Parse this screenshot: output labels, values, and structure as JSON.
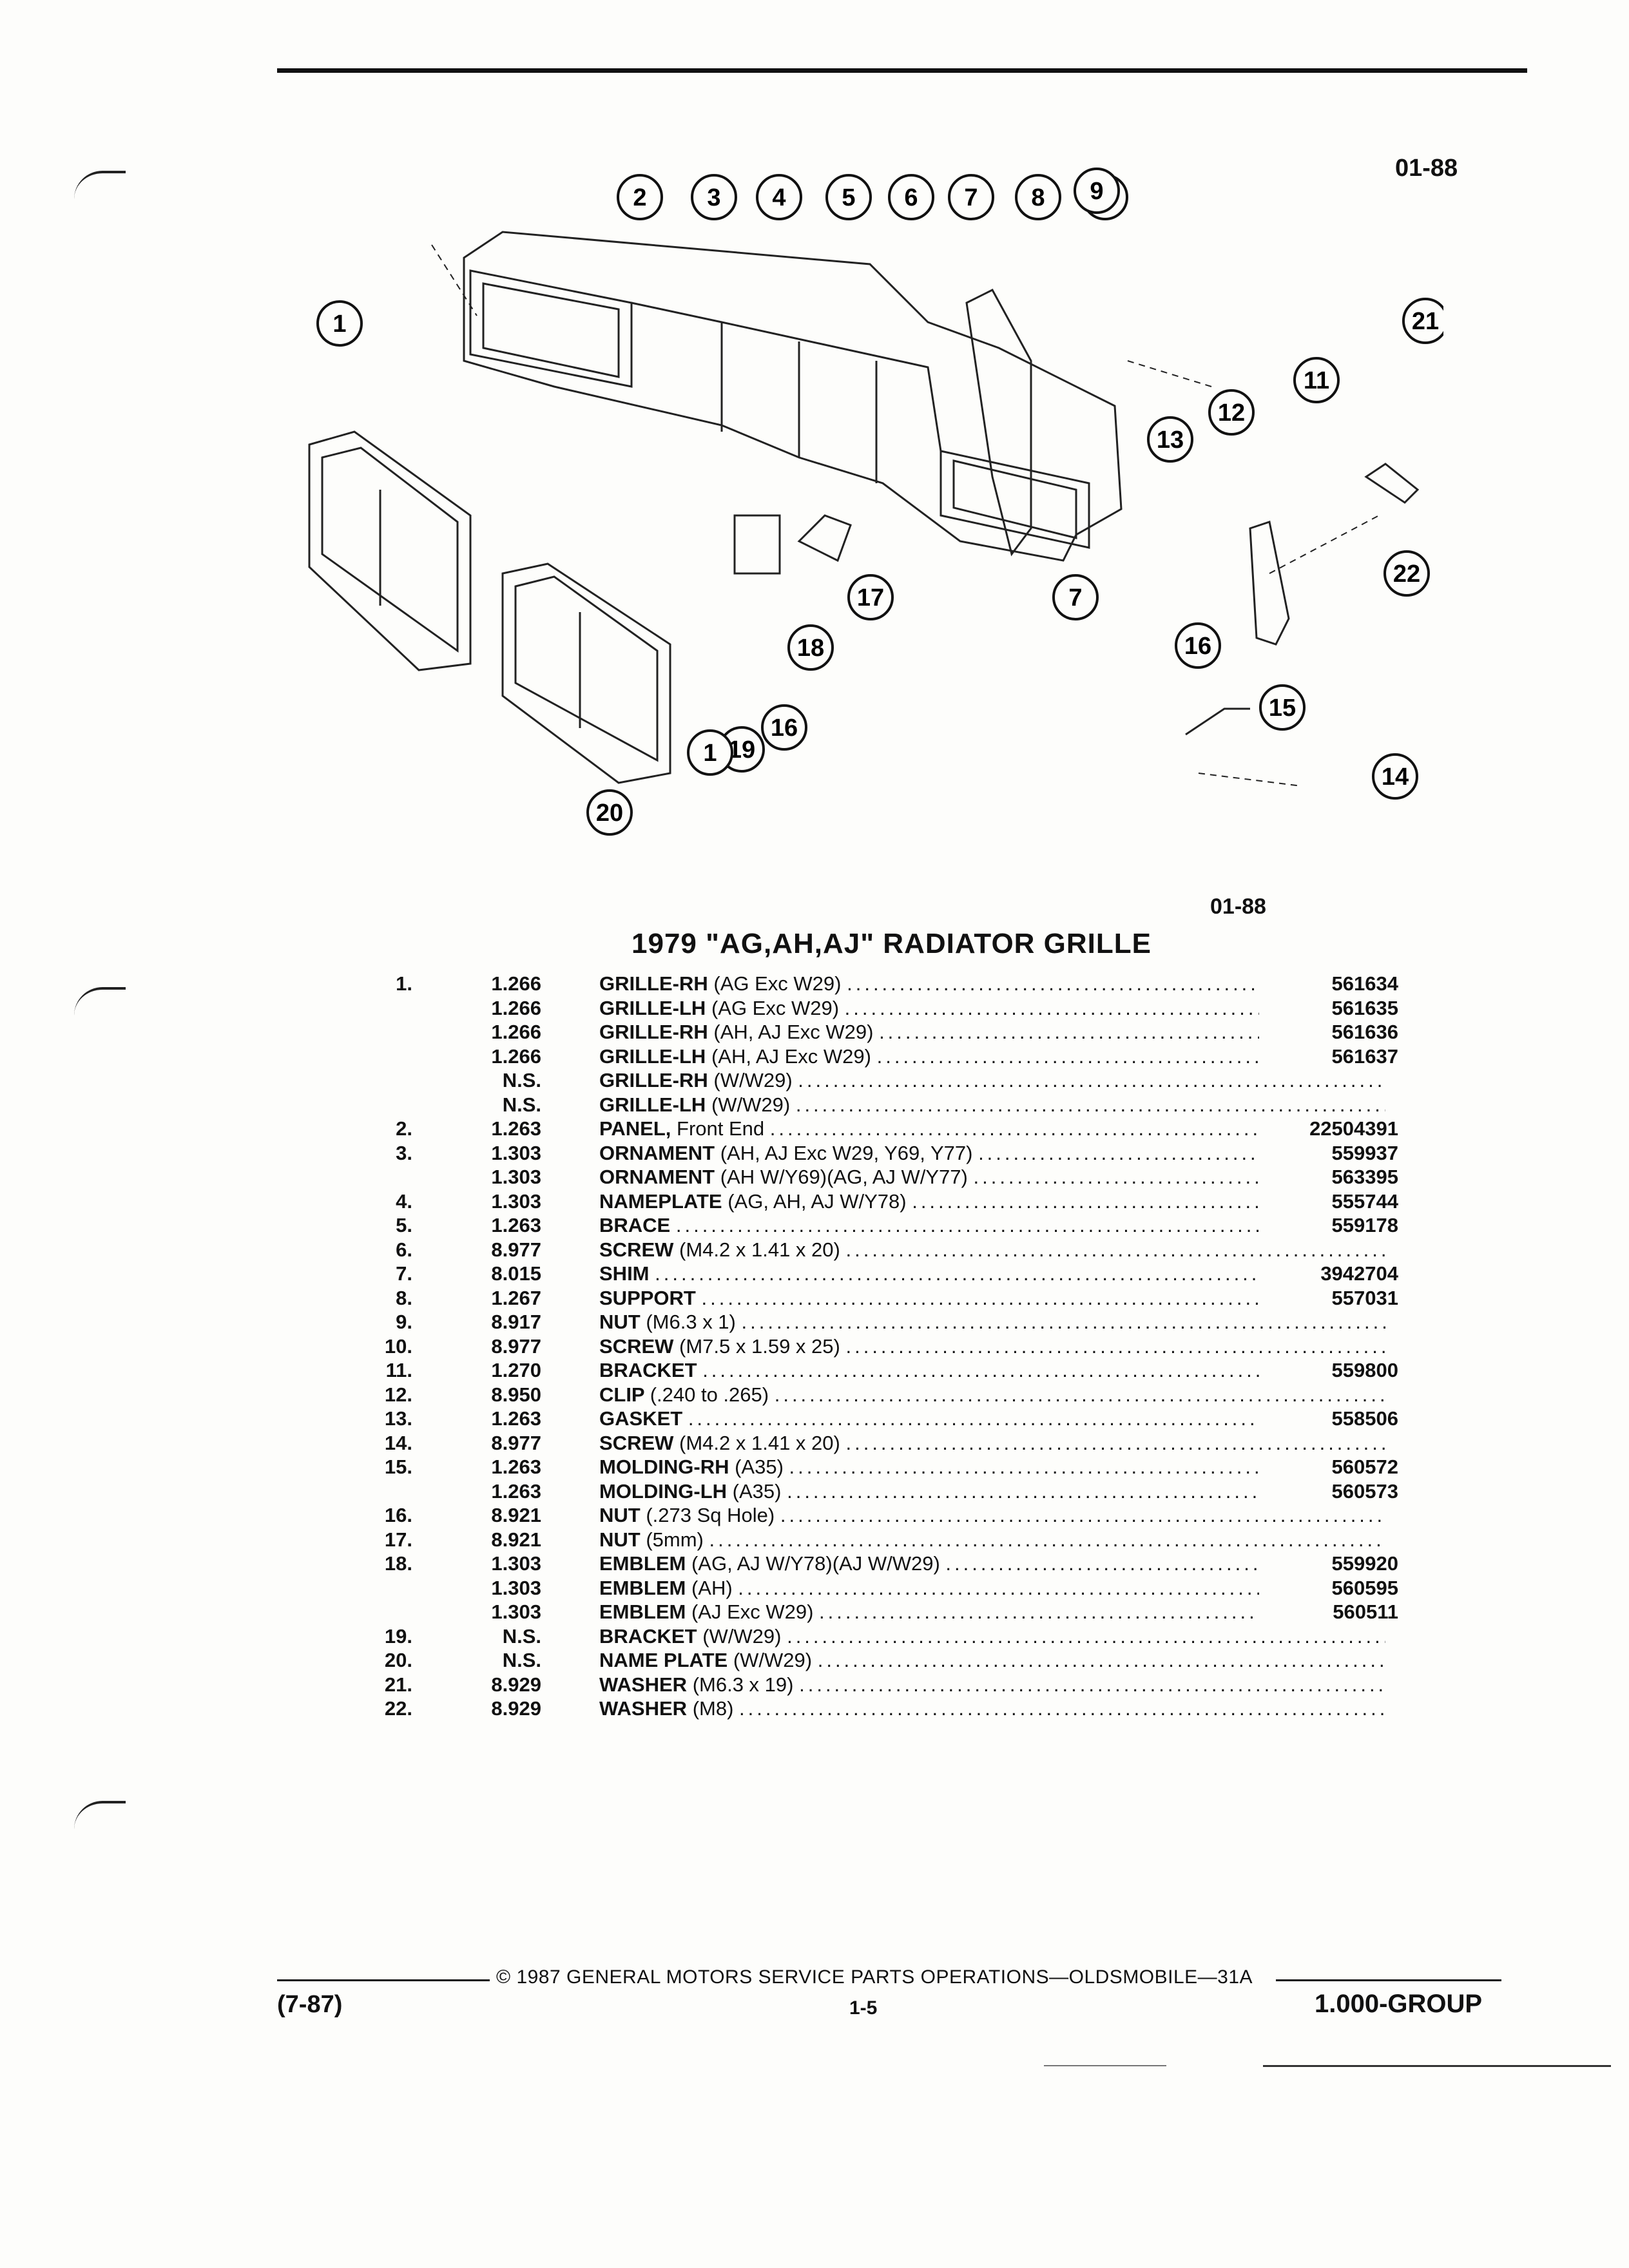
{
  "header": {
    "figure_code_top": "01-88",
    "figure_code_bottom": "01-88"
  },
  "title": "1979 \"AG,AH,AJ\" RADIATOR GRILLE",
  "callouts": [
    "1",
    "2",
    "3",
    "4",
    "5",
    "6",
    "7",
    "8",
    "9",
    "10",
    "11",
    "12",
    "13",
    "14",
    "15",
    "16",
    "17",
    "18",
    "19",
    "20",
    "21",
    "22"
  ],
  "parts": [
    {
      "index": "1.",
      "group": "1.266",
      "name": "GRILLE-RH",
      "qualifier": "(AG Exc W29)",
      "part_no": "561634"
    },
    {
      "index": "",
      "group": "1.266",
      "name": "GRILLE-LH",
      "qualifier": "(AG Exc W29)",
      "part_no": "561635"
    },
    {
      "index": "",
      "group": "1.266",
      "name": "GRILLE-RH",
      "qualifier": "(AH, AJ Exc W29)",
      "part_no": "561636"
    },
    {
      "index": "",
      "group": "1.266",
      "name": "GRILLE-LH",
      "qualifier": "(AH, AJ Exc W29)",
      "part_no": "561637"
    },
    {
      "index": "",
      "group": "N.S.",
      "name": "GRILLE-RH",
      "qualifier": "(W/W29)",
      "part_no": ""
    },
    {
      "index": "",
      "group": "N.S.",
      "name": "GRILLE-LH",
      "qualifier": "(W/W29)",
      "part_no": ""
    },
    {
      "index": "2.",
      "group": "1.263",
      "name": "PANEL,",
      "qualifier": "Front End",
      "part_no": "22504391"
    },
    {
      "index": "3.",
      "group": "1.303",
      "name": "ORNAMENT",
      "qualifier": "(AH, AJ Exc W29, Y69, Y77)",
      "part_no": "559937"
    },
    {
      "index": "",
      "group": "1.303",
      "name": "ORNAMENT",
      "qualifier": "(AH W/Y69)(AG, AJ W/Y77)",
      "part_no": "563395"
    },
    {
      "index": "4.",
      "group": "1.303",
      "name": "NAMEPLATE",
      "qualifier": "(AG, AH, AJ W/Y78)",
      "part_no": "555744"
    },
    {
      "index": "5.",
      "group": "1.263",
      "name": "BRACE",
      "qualifier": "",
      "part_no": "559178"
    },
    {
      "index": "6.",
      "group": "8.977",
      "name": "SCREW",
      "qualifier": "(M4.2 x 1.41 x 20)",
      "part_no": ""
    },
    {
      "index": "7.",
      "group": "8.015",
      "name": "SHIM",
      "qualifier": "",
      "part_no": "3942704"
    },
    {
      "index": "8.",
      "group": "1.267",
      "name": "SUPPORT",
      "qualifier": "",
      "part_no": "557031"
    },
    {
      "index": "9.",
      "group": "8.917",
      "name": "NUT",
      "qualifier": "(M6.3 x 1)",
      "part_no": ""
    },
    {
      "index": "10.",
      "group": "8.977",
      "name": "SCREW",
      "qualifier": "(M7.5 x 1.59 x 25)",
      "part_no": ""
    },
    {
      "index": "11.",
      "group": "1.270",
      "name": "BRACKET",
      "qualifier": "",
      "part_no": "559800"
    },
    {
      "index": "12.",
      "group": "8.950",
      "name": "CLIP",
      "qualifier": "(.240 to .265)",
      "part_no": ""
    },
    {
      "index": "13.",
      "group": "1.263",
      "name": "GASKET",
      "qualifier": "",
      "part_no": "558506"
    },
    {
      "index": "14.",
      "group": "8.977",
      "name": "SCREW",
      "qualifier": "(M4.2 x 1.41 x 20)",
      "part_no": ""
    },
    {
      "index": "15.",
      "group": "1.263",
      "name": "MOLDING-RH",
      "qualifier": "(A35)",
      "part_no": "560572"
    },
    {
      "index": "",
      "group": "1.263",
      "name": "MOLDING-LH",
      "qualifier": "(A35)",
      "part_no": "560573"
    },
    {
      "index": "16.",
      "group": "8.921",
      "name": "NUT",
      "qualifier": "(.273 Sq Hole)",
      "part_no": ""
    },
    {
      "index": "17.",
      "group": "8.921",
      "name": "NUT",
      "qualifier": "(5mm)",
      "part_no": ""
    },
    {
      "index": "18.",
      "group": "1.303",
      "name": "EMBLEM",
      "qualifier": "(AG, AJ W/Y78)(AJ W/W29)",
      "part_no": "559920"
    },
    {
      "index": "",
      "group": "1.303",
      "name": "EMBLEM",
      "qualifier": "(AH)",
      "part_no": "560595"
    },
    {
      "index": "",
      "group": "1.303",
      "name": "EMBLEM",
      "qualifier": "(AJ Exc W29)",
      "part_no": "560511"
    },
    {
      "index": "19.",
      "group": "N.S.",
      "name": "BRACKET",
      "qualifier": "(W/W29)",
      "part_no": ""
    },
    {
      "index": "20.",
      "group": "N.S.",
      "name": "NAME PLATE",
      "qualifier": "(W/W29)",
      "part_no": ""
    },
    {
      "index": "21.",
      "group": "8.929",
      "name": "WASHER",
      "qualifier": "(M6.3 x 19)",
      "part_no": ""
    },
    {
      "index": "22.",
      "group": "8.929",
      "name": "WASHER",
      "qualifier": "(M8)",
      "part_no": ""
    }
  ],
  "footer": {
    "copyright": "© 1987 GENERAL MOTORS SERVICE PARTS OPERATIONS—OLDSMOBILE—31A",
    "date_code": "(7-87)",
    "page_number": "1-5",
    "group": "1.000-GROUP"
  }
}
